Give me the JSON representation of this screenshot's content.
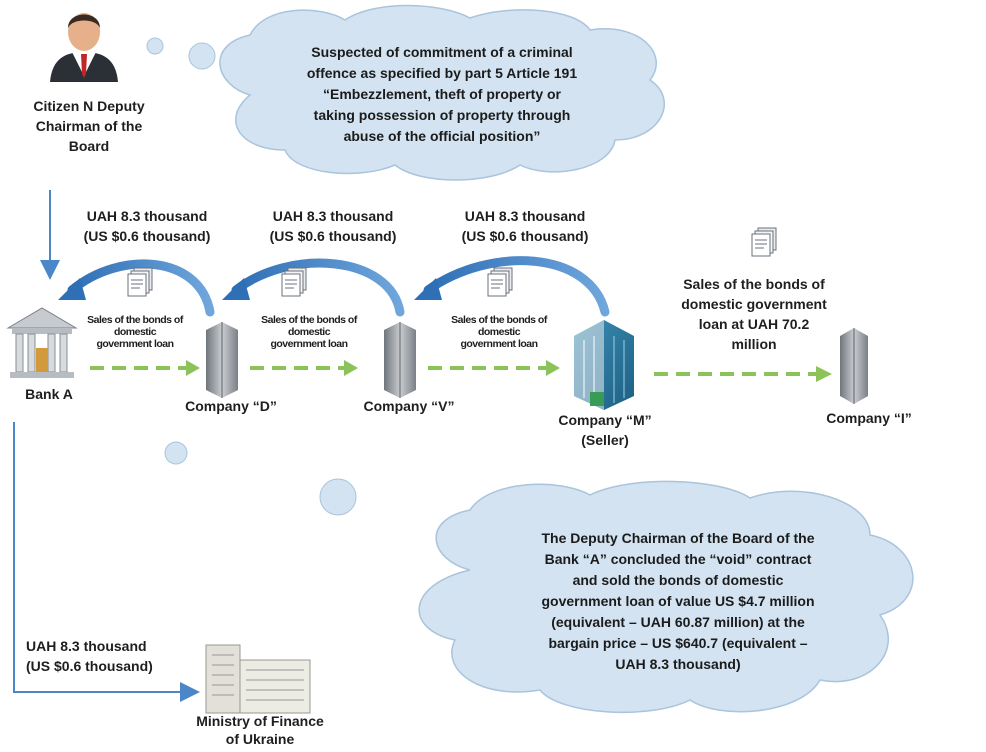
{
  "person": {
    "label": "Citizen N Deputy\nChairman of the\nBoard"
  },
  "cloud_top": {
    "text": "Suspected of commitment of a criminal\noffence as specified by part 5 Article 191\n“Embezzlement, theft of property or\ntaking possession of property through\nabuse of the official position”"
  },
  "cloud_bottom": {
    "text": "The Deputy Chairman of the Board of the\nBank “A” concluded the “void” contract\nand sold the bonds of domestic\ngovernment loan of value US $4.7 million\n(equivalent – UAH 60.87 million) at the\nbargain price – US $640.7 (equivalent –\nUAH 8.3 thousand)"
  },
  "payments": {
    "pay1": "UAH 8.3 thousand\n(US $0.6 thousand)",
    "pay2": "UAH 8.3 thousand\n(US $0.6 thousand)",
    "pay3": "UAH 8.3 thousand\n(US $0.6 thousand)",
    "pay_ministry": "UAH 8.3 thousand\n(US $0.6 thousand)"
  },
  "sales": {
    "s1": "Sales of the bonds of\ndomestic\ngovernment loan",
    "s2": "Sales of the bonds of\ndomestic\ngovernment loan",
    "s3": "Sales of the bonds of\ndomestic\ngovernment loan",
    "s4": "Sales of the bonds of\ndomestic government\nloan at UAH 70.2\nmillion"
  },
  "entities": {
    "bank": "Bank A",
    "company_d": "Company “D”",
    "company_v": "Company “V”",
    "company_m": "Company “M”\n(Seller)",
    "company_i": "Company “I”",
    "ministry": "Ministry of Finance\nof Ukraine"
  },
  "colors": {
    "cloud_fill": "#d3e3f1",
    "cloud_stroke": "#a9c4dc",
    "blue_arrow": "#4a86c8",
    "green_dashed": "#8cc25a",
    "building": "#8a8f96"
  }
}
